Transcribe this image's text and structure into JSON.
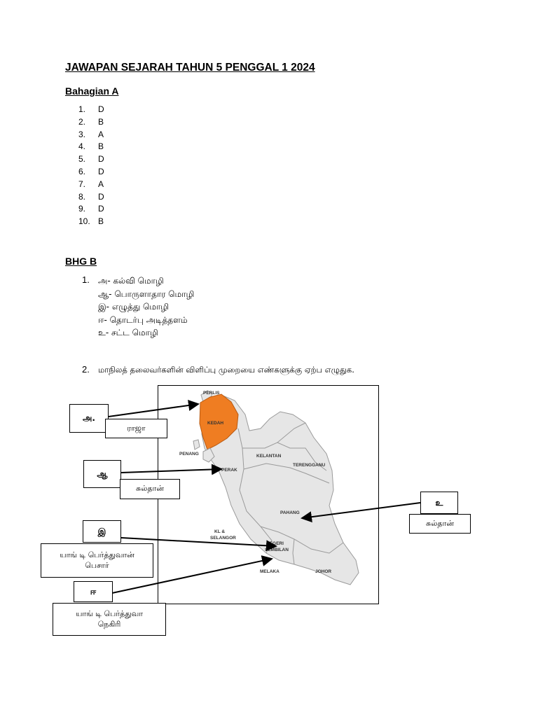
{
  "title": "JAWAPAN SEJARAH TAHUN 5 PENGGAL 1 2024",
  "section_a": {
    "heading": "Bahagian A",
    "answers": [
      {
        "num": "1.",
        "ans": "D"
      },
      {
        "num": "2.",
        "ans": "B"
      },
      {
        "num": "3.",
        "ans": "A"
      },
      {
        "num": "4.",
        "ans": "B"
      },
      {
        "num": "5.",
        "ans": "D"
      },
      {
        "num": "6.",
        "ans": "D"
      },
      {
        "num": "7.",
        "ans": "A"
      },
      {
        "num": "8.",
        "ans": "D"
      },
      {
        "num": "9.",
        "ans": "D"
      },
      {
        "num": "10.",
        "ans": "B"
      }
    ]
  },
  "section_b": {
    "heading": "BHG B",
    "q1": {
      "num": "1.",
      "items": [
        "அ- கல்வி மொழி",
        "ஆ- பொருளாதார மொழி",
        "இ- எழுத்து மொழி",
        "ஈ- தொடர்பு அடித்தளம்",
        "உ- சட்ட மொழி"
      ]
    },
    "q2": {
      "num": "2.",
      "text": "மாநிலத் தலைவர்களின் விளிப்பு முறையை எண்களுக்கு ஏற்ப எழுதுக.",
      "labels": {
        "a": "அ.",
        "aa": "ஆ",
        "i": "இ",
        "ii": "ஈ",
        "u": "உ"
      },
      "answers": {
        "a": "ராஜா",
        "aa": "சுல்தான்",
        "i": "யாங் டி பெர்த்துவான் பெசார்",
        "ii": "யாங் டி பெர்த்துவா நெகிரி",
        "u": "சுல்தான்"
      },
      "map_labels": {
        "perlis": "PERLIS",
        "kedah": "KEDAH",
        "penang": "PENANG",
        "perak": "PERAK",
        "kelantan": "KELANTAN",
        "terengganu": "TERENGGANU",
        "pahang": "PAHANG",
        "kl1": "KL &",
        "kl2": "SELANGOR",
        "ns1": "NEGERI",
        "ns2": "SEMBILAN",
        "melaka": "MELAKA",
        "johor": "JOHOR"
      },
      "colors": {
        "map_fill": "#e6e6e6",
        "kedah_fill": "#ef7d22",
        "border": "#9a9a9a"
      }
    }
  }
}
